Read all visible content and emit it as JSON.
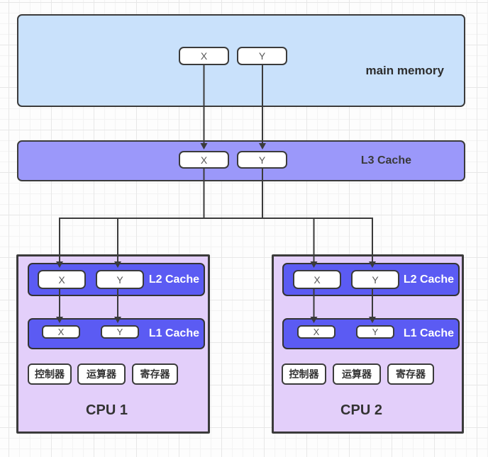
{
  "diagram_title": "cache hierarchy diagram",
  "colors": {
    "main_memory_fill": "#c9e1fb",
    "l3_fill": "#9b98fa",
    "cpu_fill": "#e3cffa",
    "cache_bar_fill": "#5b5bf3",
    "node_fill": "#ffffff",
    "line_and_border": "#3b3b3b",
    "dark_label": "#2d2d2d",
    "light_label": "#ffffff"
  },
  "main_memory": {
    "label": "main memory",
    "slots": [
      "X",
      "Y"
    ]
  },
  "l3_cache": {
    "label": "L3 Cache",
    "slots": [
      "X",
      "Y"
    ]
  },
  "cpus": [
    {
      "label": "CPU 1",
      "l2": {
        "label": "L2 Cache",
        "slots": [
          "X",
          "Y"
        ]
      },
      "l1": {
        "label": "L1 Cache",
        "slots": [
          "X",
          "Y"
        ]
      },
      "units": [
        "控制器",
        "运算器",
        "寄存器"
      ]
    },
    {
      "label": "CPU 2",
      "l2": {
        "label": "L2 Cache",
        "slots": [
          "X",
          "Y"
        ]
      },
      "l1": {
        "label": "L1 Cache",
        "slots": [
          "X",
          "Y"
        ]
      },
      "units": [
        "控制器",
        "运算器",
        "寄存器"
      ]
    }
  ]
}
